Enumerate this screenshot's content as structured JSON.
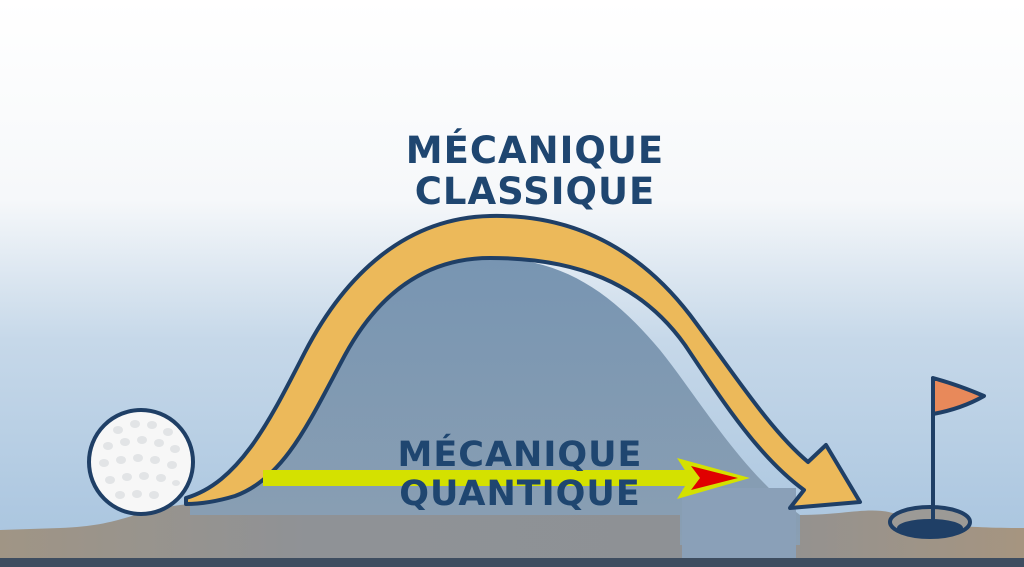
{
  "labels": {
    "classical": {
      "line1": "MÉCANIQUE",
      "line2": "CLASSIQUE"
    },
    "quantum": {
      "line1": "MÉCANIQUE",
      "line2": "QUANTIQUE"
    }
  },
  "elements": {
    "ball": "golf-ball",
    "hill": "potential-barrier",
    "classical_path": "curved-arrow-over-hill",
    "quantum_path": "straight-arrow-through-hill",
    "goal": "flag-in-hole"
  },
  "colors": {
    "sky_top": "#ffffff",
    "sky_bottom": "#a9c6df",
    "hill": "#7c9ab6",
    "ground": "#9c978f",
    "classical_arrow": "#ecb95a",
    "outline": "#1f3f66",
    "quantum_arrow": "#d4e100",
    "quantum_arrow_tip": "#e00000",
    "flag": "#e8895a",
    "text": "#1f4670"
  }
}
